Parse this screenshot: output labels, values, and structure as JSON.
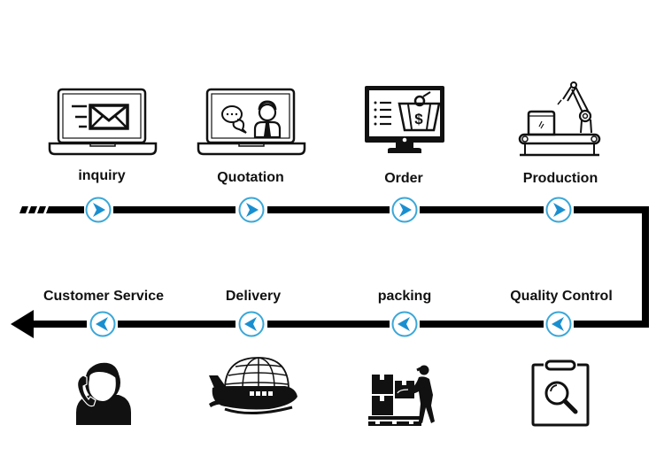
{
  "title": "Business process flow",
  "colors": {
    "line": "#000000",
    "node_ring": "#3aa7d8",
    "node_arrow": "#1a8fd0"
  },
  "top_row": [
    {
      "label": "inquiry",
      "icon": "laptop-envelope-icon"
    },
    {
      "label": "Quotation",
      "icon": "laptop-customer-support-icon"
    },
    {
      "label": "Order",
      "icon": "monitor-shopping-basket-icon"
    },
    {
      "label": "Production",
      "icon": "robot-arm-conveyor-icon"
    }
  ],
  "bottom_row": [
    {
      "label": "Customer Service",
      "icon": "person-phone-icon"
    },
    {
      "label": "Delivery",
      "icon": "airplane-globe-icon"
    },
    {
      "label": "packing",
      "icon": "worker-boxes-pallet-icon"
    },
    {
      "label": "Quality Control",
      "icon": "clipboard-magnifier-icon"
    }
  ]
}
